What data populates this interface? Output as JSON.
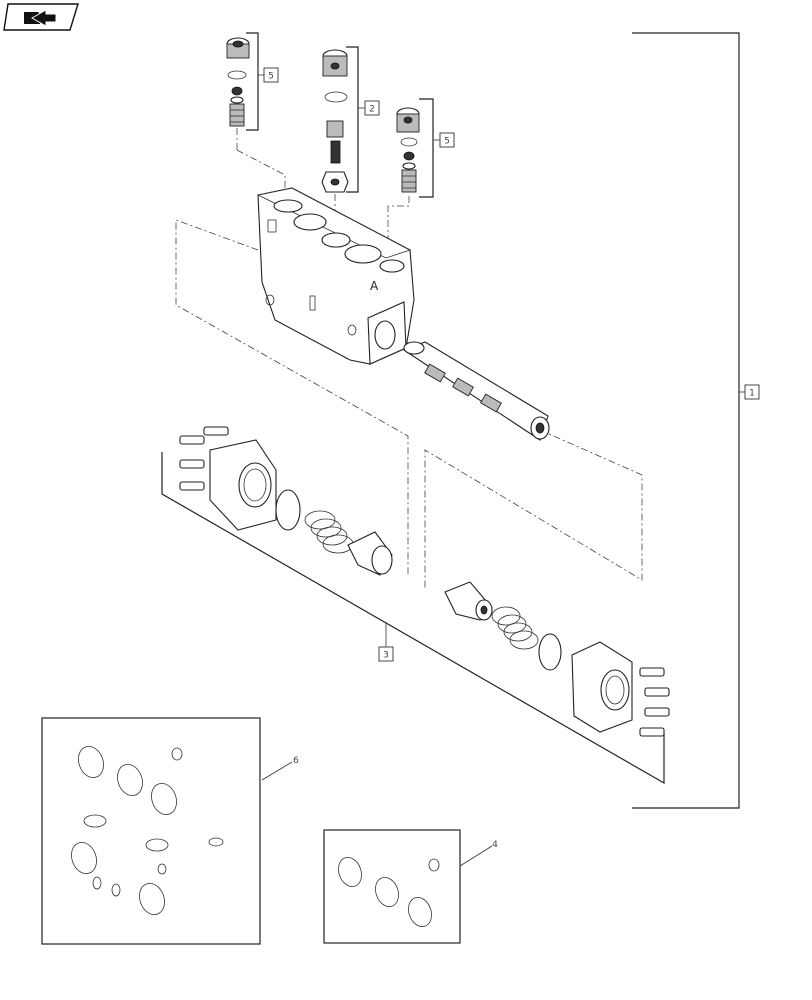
{
  "nav_icon": "book-arrow-icon",
  "callouts": [
    {
      "id": "1",
      "label": "1"
    },
    {
      "id": "2",
      "label": "2"
    },
    {
      "id": "3",
      "label": "3"
    },
    {
      "id": "4",
      "label": "4"
    },
    {
      "id": "5a",
      "label": "5"
    },
    {
      "id": "5b",
      "label": "5"
    },
    {
      "id": "6",
      "label": "6"
    }
  ]
}
